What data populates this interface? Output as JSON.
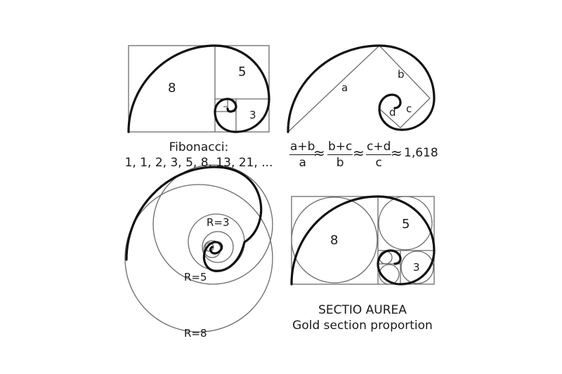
{
  "panel1": {
    "label_8": "8",
    "label_5": "5",
    "label_3": "3"
  },
  "panel2": {
    "label_a": "a",
    "label_b": "b",
    "label_c": "c",
    "label_d": "d"
  },
  "fibonacci": {
    "title": "Fibonacci:",
    "sequence": "1, 1, 2, 3, 5, 8, 13, 21, ..."
  },
  "formula": {
    "f1_num": "a+b",
    "f1_den": "a",
    "f2_num": "b+c",
    "f2_den": "b",
    "f3_num": "c+d",
    "f3_den": "c",
    "approx": "≈",
    "result": "1,618"
  },
  "panel3": {
    "r3": "R=3",
    "r5": "R=5",
    "r8": "R=8"
  },
  "panel4": {
    "label_8": "8",
    "label_5": "5",
    "label_3": "3"
  },
  "caption": {
    "line1": "SECTIO AUREA",
    "line2": "Gold section proportion"
  }
}
